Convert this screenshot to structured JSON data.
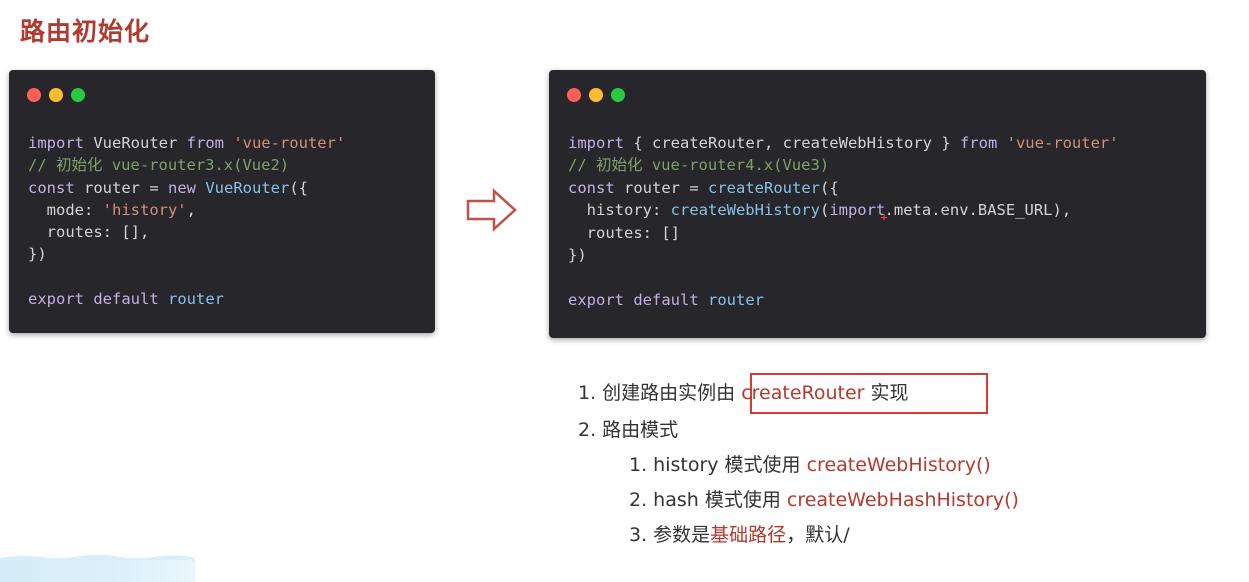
{
  "title": "路由初始化",
  "colors": {
    "title": "#b03a2e",
    "code_bg": "#26262b",
    "keyword": "#c2b0e4",
    "string": "#d2907a",
    "comment": "#7fa06b",
    "function": "#86c1e8",
    "highlight_text": "#b5392c",
    "highlight_box": "#d63b30"
  },
  "left_code": {
    "line1": {
      "kw": "import",
      "mid": " VueRouter ",
      "kw2": "from",
      "str": " 'vue-router'"
    },
    "line2": "// 初始化 vue-router3.x(Vue2)",
    "line3": {
      "kw": "const",
      "mid": " router = ",
      "kw2": "new",
      "fn": " VueRouter",
      "end": "({"
    },
    "line4": {
      "prefix": "  mode: ",
      "str": "'history'",
      "end": ","
    },
    "line5": "  routes: [],",
    "line6": "})",
    "line8": {
      "kw": "export",
      "mid": " ",
      "kw2": "default",
      "fn": " router"
    }
  },
  "right_code": {
    "line1": {
      "kw": "import",
      "mid": " { createRouter, createWebHistory } ",
      "kw2": "from",
      "str": " 'vue-router'"
    },
    "line2": "// 初始化 vue-router4.x(Vue3)",
    "line3": {
      "kw": "const",
      "mid": " router = ",
      "fn": "createRouter",
      "end": "({"
    },
    "line4": {
      "prefix": "  history: ",
      "fn": "createWebHistory",
      "open": "(",
      "kw": "import",
      "cursor": "+",
      "end": ".meta.env.BASE_URL),"
    },
    "line5": "  routes: []",
    "line6": "})",
    "line8": {
      "kw": "export",
      "mid": " ",
      "kw2": "default",
      "fn": " router"
    }
  },
  "notes": {
    "n1_prefix": "1. 创建路由实例由 ",
    "n1_hl": "createRouter",
    "n1_suffix": " 实现",
    "n2": "2. 路由模式",
    "n3_prefix": "1. history 模式使用 ",
    "n3_hl": "createWebHistory()",
    "n4_prefix": "2. hash 模式使用 ",
    "n4_hl": "createWebHashHistory()",
    "n5_prefix": "3. 参数是",
    "n5_hl": "基础路径",
    "n5_suffix": "，默认/"
  }
}
